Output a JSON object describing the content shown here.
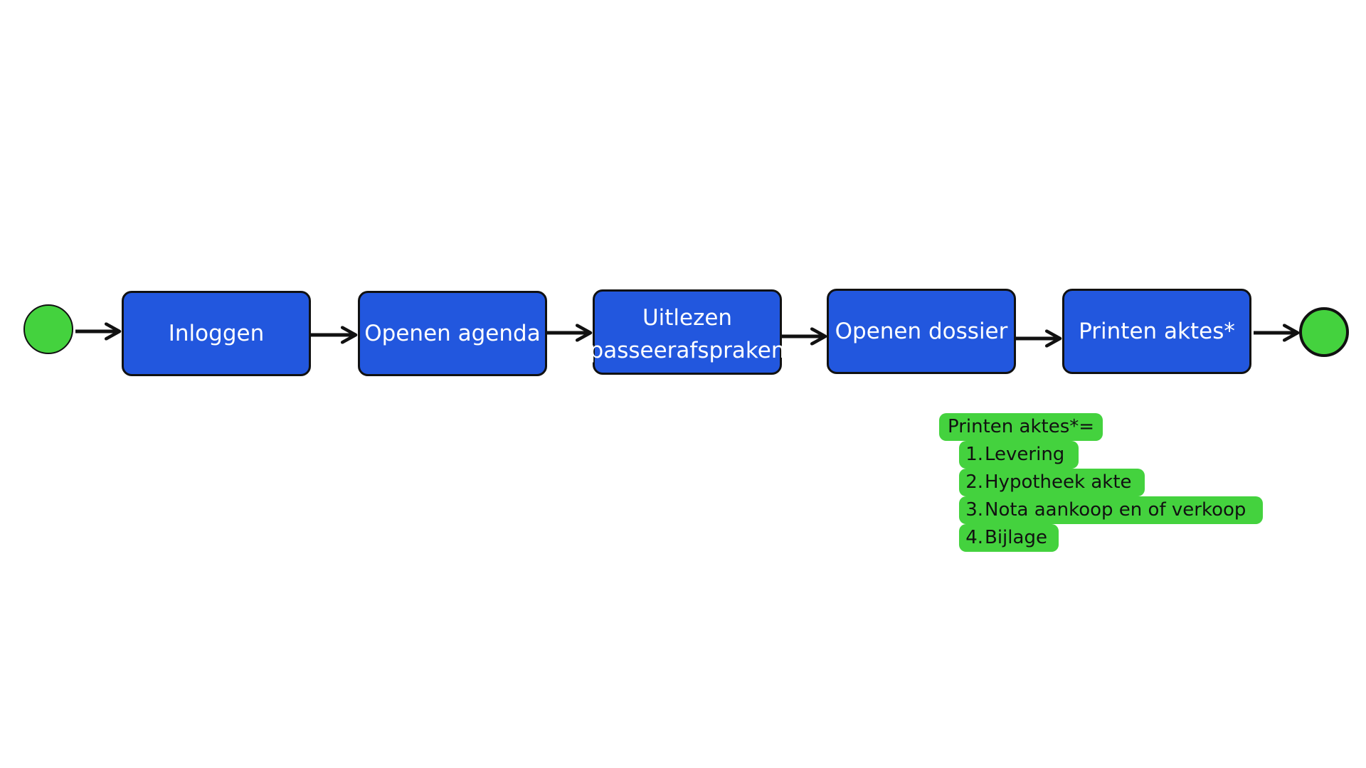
{
  "colors": {
    "step_fill": "#2257de",
    "terminal_fill": "#44d23e",
    "note_fill": "#44d23e",
    "stroke": "#111111"
  },
  "flow": {
    "steps": [
      {
        "label": "Inloggen"
      },
      {
        "label": "Openen agenda"
      },
      {
        "label": "Uitlezen\npasseerafspraken"
      },
      {
        "label": "Openen dossier"
      },
      {
        "label": "Printen aktes*"
      }
    ]
  },
  "note": {
    "heading": "Printen aktes*=",
    "items": [
      {
        "num": "1.",
        "text": "Levering"
      },
      {
        "num": "2.",
        "text": "Hypotheek akte"
      },
      {
        "num": "3.",
        "text": "Nota aankoop en of verkoop"
      },
      {
        "num": "4.",
        "text": "Bijlage"
      }
    ]
  }
}
